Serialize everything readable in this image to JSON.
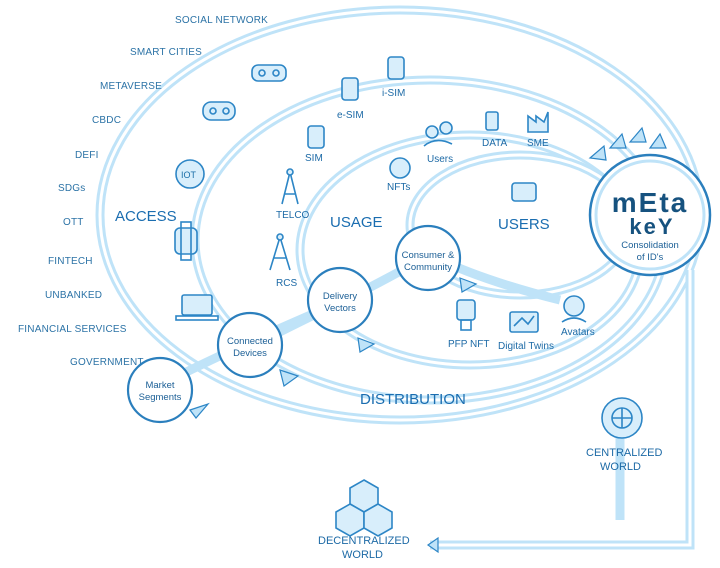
{
  "segments": [
    "SOCIAL NETWORK",
    "SMART CITIES",
    "METAVERSE",
    "CBDC",
    "DEFI",
    "SDGs",
    "OTT",
    "FINTECH",
    "UNBANKED",
    "FINANCIAL SERVICES",
    "GOVERNMENT"
  ],
  "rings": {
    "access": "ACCESS",
    "usage": "USAGE",
    "users": "USERS",
    "distribution": "DISTRIBUTION"
  },
  "access_items": {
    "esim": "e-SIM",
    "isim": "i-SIM",
    "sim": "SIM",
    "telco": "TELCO",
    "rcs": "RCS"
  },
  "usage_items": {
    "users": "Users",
    "data": "DATA",
    "sme": "SME",
    "nfts": "NFTs"
  },
  "distribution_items": {
    "pfp_nft": "PFP NFT",
    "digital_twins": "Digital Twins",
    "avatars": "Avatars"
  },
  "nodes": {
    "market": [
      "Market",
      "Segments"
    ],
    "connected": [
      "Connected",
      "Devices"
    ],
    "delivery": [
      "Delivery",
      "Vectors"
    ],
    "consumer": [
      "Consumer &",
      "Community"
    ]
  },
  "metakey": {
    "logo_line1": "mEta",
    "logo_line2": "keY",
    "caption1": "Consolidation",
    "caption2": "of ID's"
  },
  "centralized": [
    "CENTRALIZED",
    "WORLD"
  ],
  "decentralized": [
    "DECENTRALIZED",
    "WORLD"
  ],
  "colors": {
    "ring": "#bfe3f8",
    "accent": "#2b7fbd",
    "text": "#1b6fa8"
  }
}
